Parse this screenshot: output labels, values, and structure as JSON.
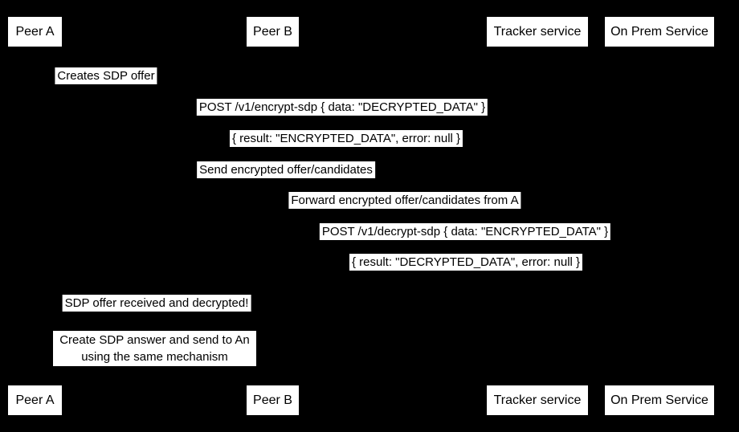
{
  "diagram": {
    "type": "sequence-diagram",
    "colors": {
      "background": "#000000",
      "label_background": "#ffffff",
      "label_text": "#000000"
    },
    "participants": [
      "Peer A",
      "Peer B",
      "Tracker service",
      "On Prem Service"
    ],
    "messages": [
      "Creates SDP offer",
      "POST /v1/encrypt-sdp { data: \"DECRYPTED_DATA\" }",
      "{ result: \"ENCRYPTED_DATA\", error: null }",
      "Send encrypted offer/candidates",
      "Forward encrypted offer/candidates from A",
      "POST /v1/decrypt-sdp { data: \"ENCRYPTED_DATA\" }",
      "{ result: \"DECRYPTED_DATA\", error: null }",
      "SDP offer received and decrypted!"
    ],
    "note": {
      "line1": "Create SDP answer and send to An",
      "line2": "using the same mechanism"
    }
  }
}
